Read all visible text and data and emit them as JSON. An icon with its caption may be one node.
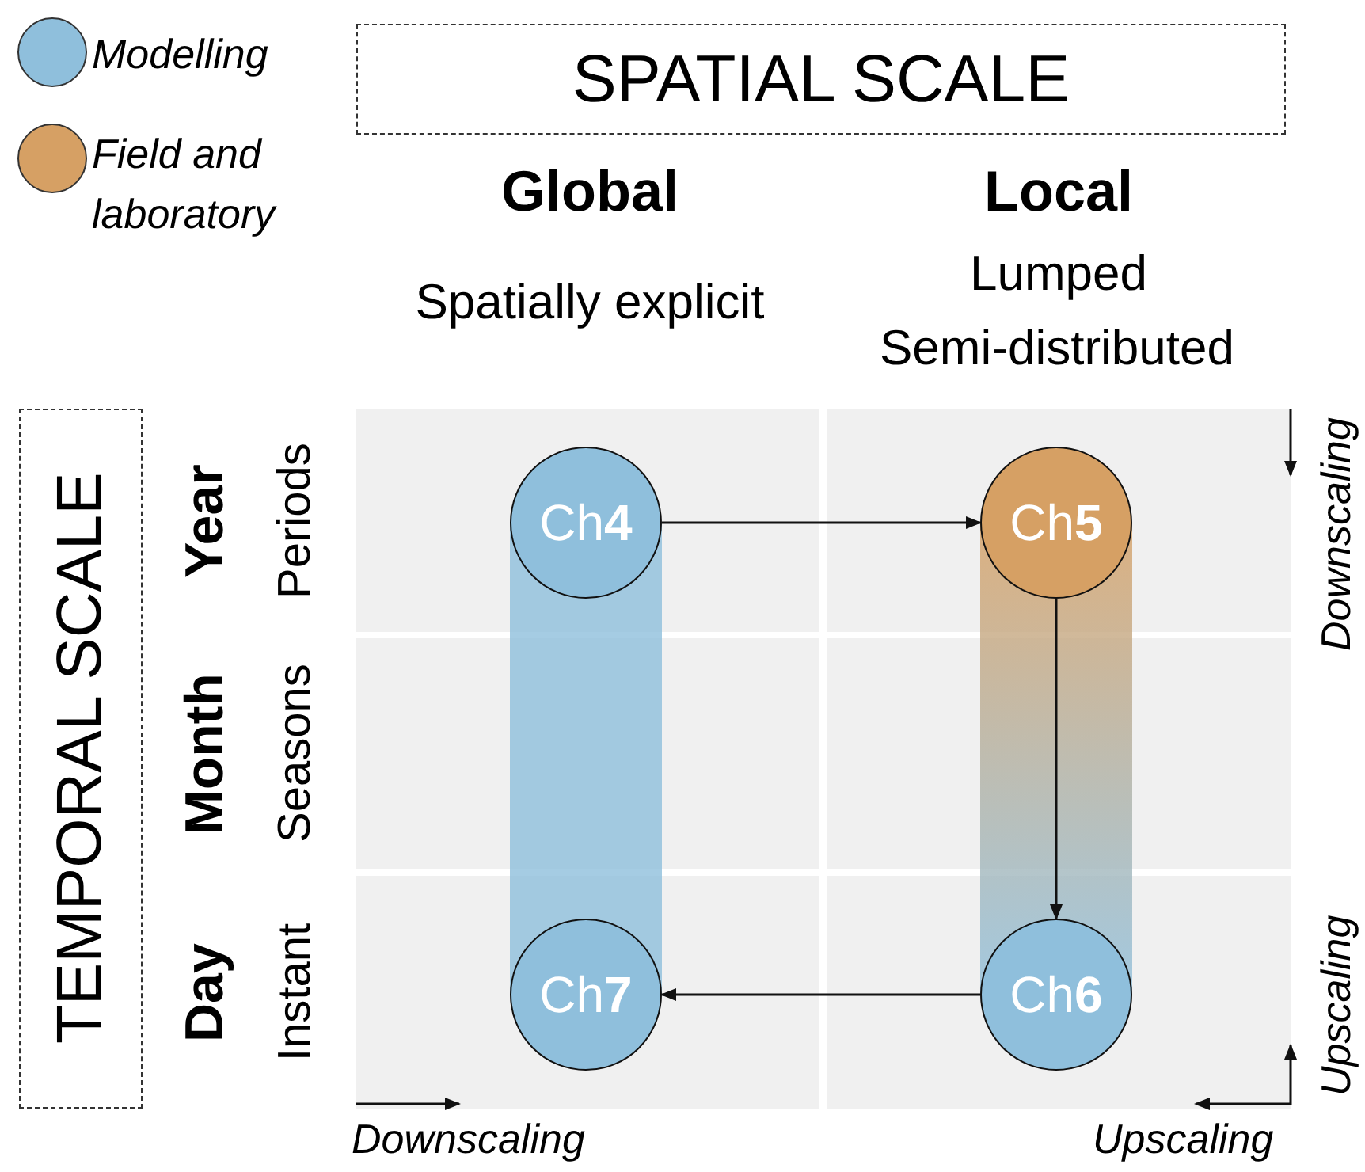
{
  "diagram": {
    "nodes": [
      {
        "text": [
          "SPATIAL SCALE"
        ]
      },
      {
        "text": [
          "TEMPORAL SCALE"
        ]
      },
      {
        "text": [
          "Ch**4**"
        ]
      },
      {
        "text": [
          "Ch**5**"
        ]
      },
      {
        "text": [
          "Ch**6**"
        ]
      },
      {
        "text": [
          "Ch**7**"
        ]
      }
    ],
    "edges": [
      {
        "from": 2,
        "to": 3,
        "arrow": "to"
      },
      {
        "from": 3,
        "to": 4,
        "arrow": "to"
      },
      {
        "from": 4,
        "to": 5,
        "arrow": "to"
      }
    ],
    "labels": [
      "Global",
      "Local",
      "Spatially explicit",
      "Lumped",
      "Semi-distributed",
      "Year",
      "Periods",
      "Downscaling",
      "Month",
      "Seasons",
      "Day",
      "Instant",
      "Upscaling",
      "Downscaling",
      "Upscaling"
    ],
    "legend": [
      {
        "text": "Modelling",
        "color": "#8fbfdc"
      },
      {
        "text": "Field and laboratory",
        "color": "#d6a064"
      }
    ]
  }
}
